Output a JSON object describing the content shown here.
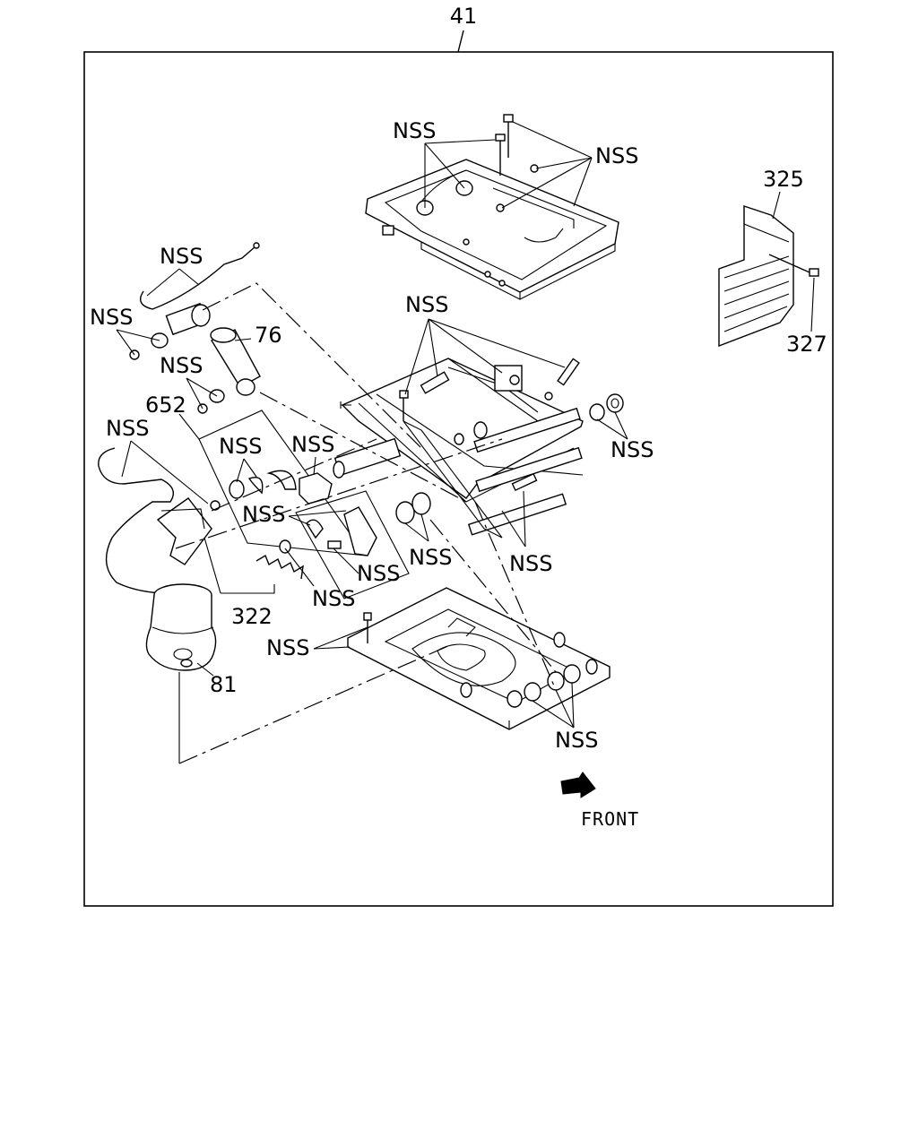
{
  "diagram": {
    "assembly_ref": "41",
    "front_label": "FRONT",
    "callouts": {
      "nss_top_left": "NSS",
      "nss_top_right": "NSS",
      "ref_325": "325",
      "ref_327": "327",
      "nss_cable_top": "NSS",
      "nss_left_1": "NSS",
      "ref_76": "76",
      "nss_left_2": "NSS",
      "ref_652": "652",
      "nss_mid_upper": "NSS",
      "nss_cable_left": "NSS",
      "nss_box_1": "NSS",
      "nss_box_2": "NSS",
      "nss_box_3": "NSS",
      "nss_box_4": "NSS",
      "nss_spring": "NSS",
      "ref_322": "322",
      "nss_right_rollers": "NSS",
      "nss_mid_roller": "NSS",
      "nss_bolt_right": "NSS",
      "nss_base_left": "NSS",
      "ref_81": "81",
      "nss_base_right": "NSS"
    }
  }
}
